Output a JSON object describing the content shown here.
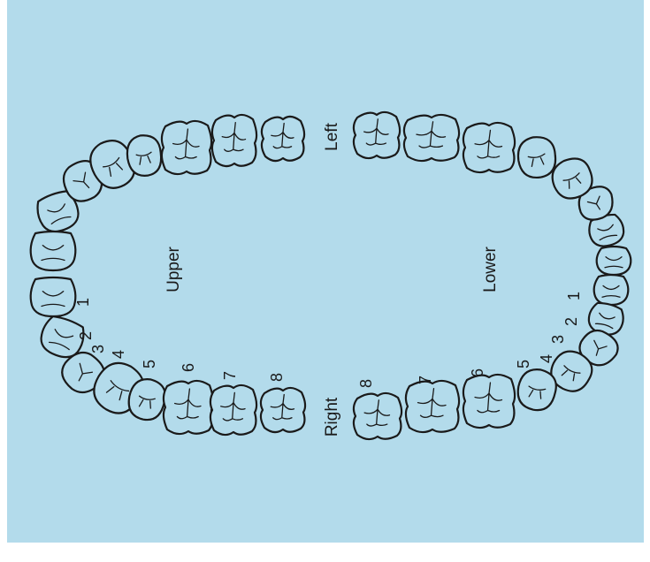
{
  "colors": {
    "background": "#b3dbeb",
    "tooth_fill": "#b3dbeb",
    "outline": "#1a1a1a",
    "page": "#ffffff"
  },
  "labels": {
    "upper": "Upper",
    "lower": "Lower",
    "left": "Left",
    "right": "Right"
  },
  "tooth_numbers": {
    "upper_right": [
      "1",
      "2",
      "3",
      "4",
      "5",
      "6",
      "7",
      "8"
    ],
    "lower_right": [
      "1",
      "2",
      "3",
      "4",
      "5",
      "6",
      "7",
      "8"
    ]
  },
  "arches": {
    "upper": {
      "tooth_count": 16
    },
    "lower": {
      "tooth_count": 16
    }
  }
}
